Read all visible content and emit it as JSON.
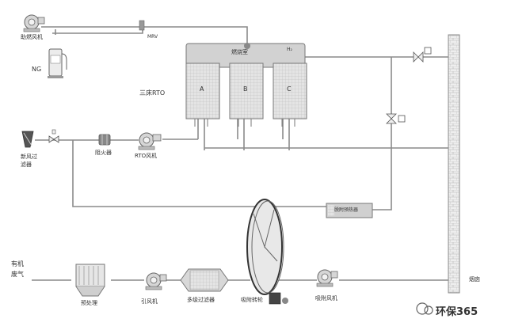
{
  "labels": {
    "combustion_fan": "助燃风机",
    "ng": "NG",
    "mrv": "MRV",
    "combustion_chamber": "燃烧室",
    "burner_mark": "H₂",
    "three_bed_rto": "三床RTO",
    "bed_a": "A",
    "bed_b": "B",
    "bed_c": "C",
    "fresh_air_filter": "新风过\n滤器",
    "flame_arrester": "阻火器",
    "rto_fan": "RTO风机",
    "desorption_preheater": "脱附预热器",
    "organic_waste_gas": "有机\n废气",
    "pretreatment": "预处理",
    "induced_fan": "引风机",
    "multistage_filter": "多级过滤器",
    "adsorption_wheel": "吸附转轮",
    "adsorption_fan": "吸附风机",
    "chimney": "烟囱"
  },
  "watermark": {
    "text": "环保365"
  },
  "colors": {
    "line": "#8a8a8a",
    "equipment": "#d6d6d6",
    "bed_fill": "#dcdcdc",
    "text": "#333333"
  }
}
